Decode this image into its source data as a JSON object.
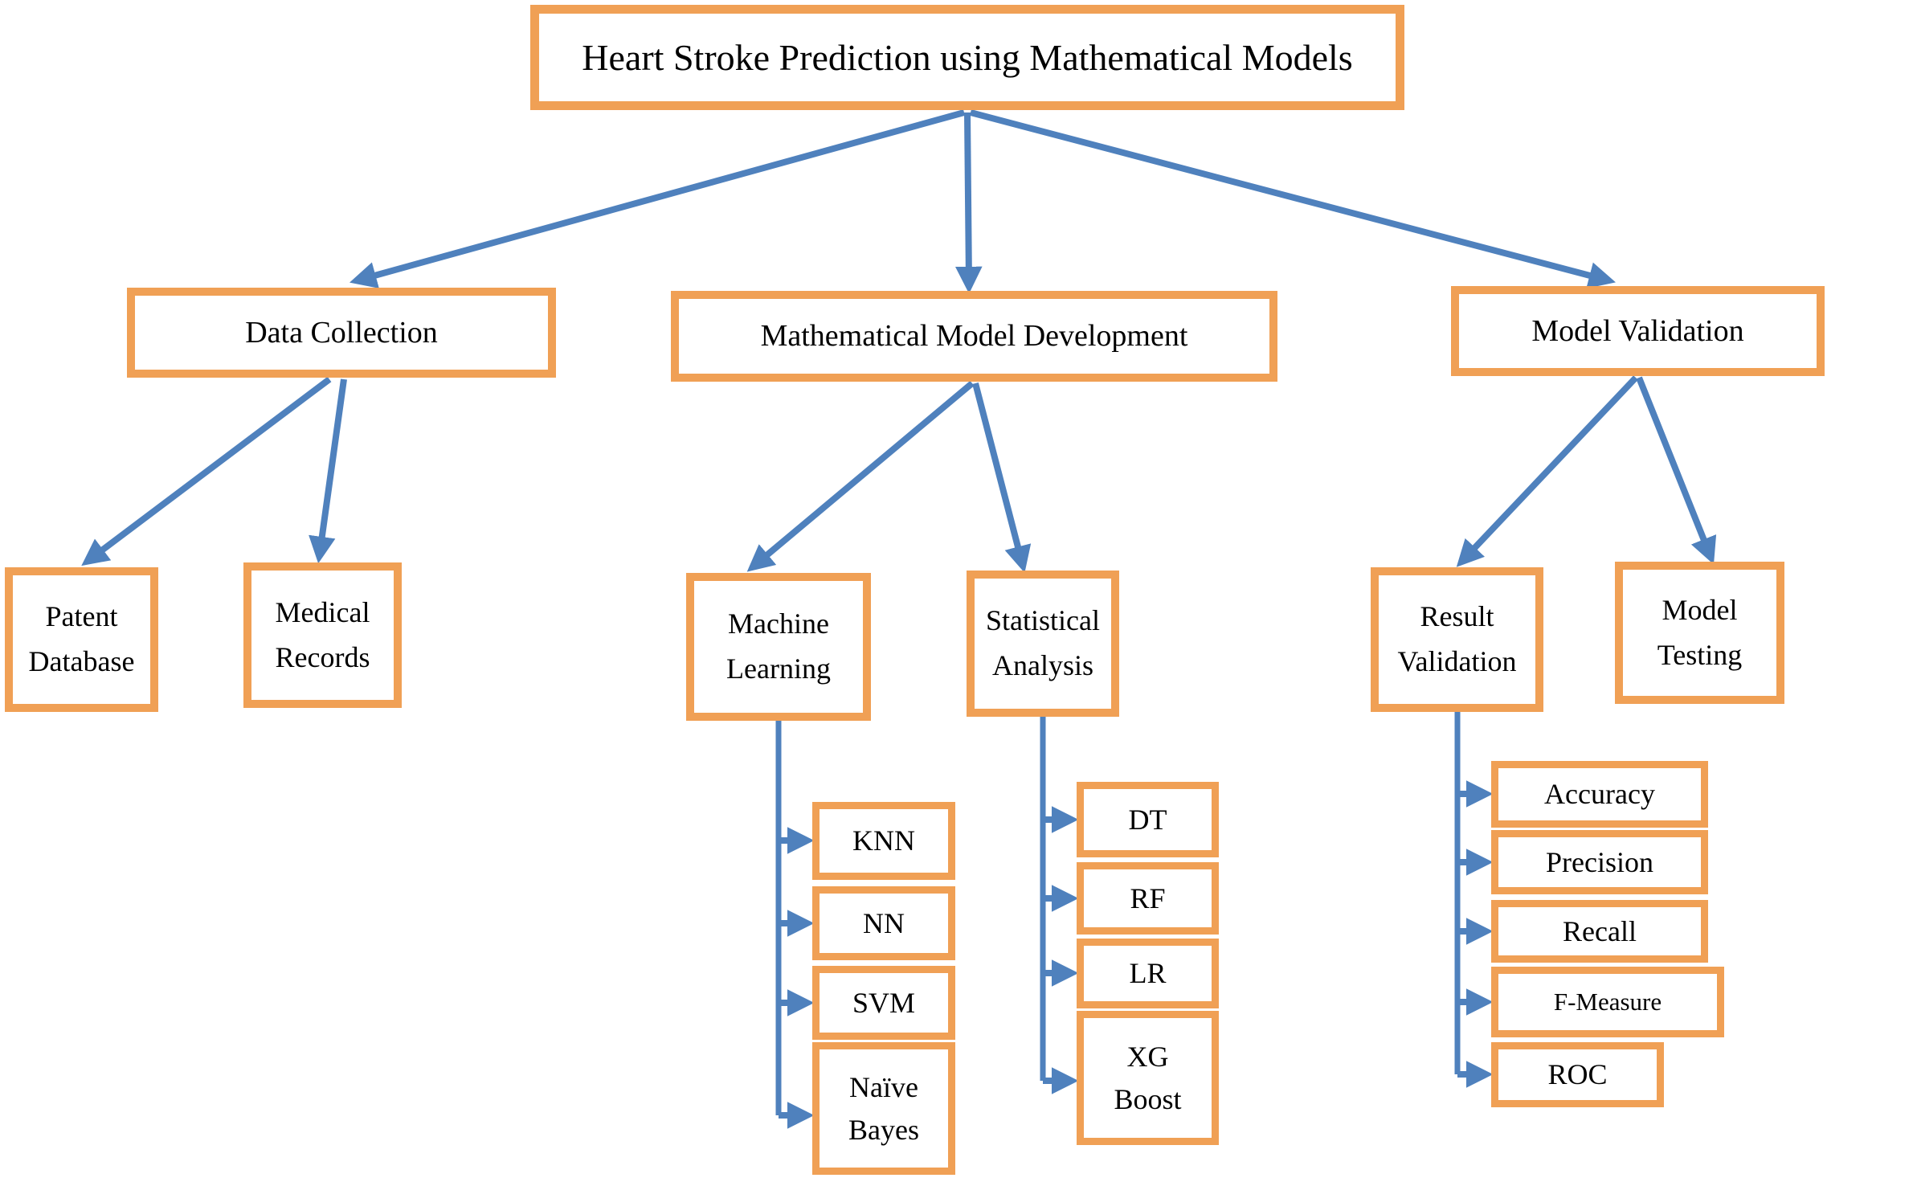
{
  "root": {
    "label": "Heart Stroke Prediction using Mathematical Models"
  },
  "level1": [
    {
      "label": "Data Collection"
    },
    {
      "label": "Mathematical Model Development"
    },
    {
      "label": "Model Validation"
    }
  ],
  "level2": [
    {
      "label": "Patent Database"
    },
    {
      "label": "Medical Records"
    },
    {
      "label": "Machine Learning"
    },
    {
      "label": "Statistical Analysis"
    },
    {
      "label": "Result Validation"
    },
    {
      "label": "Model Testing"
    }
  ],
  "lists": {
    "machine_learning": [
      "KNN",
      "NN",
      "SVM",
      "Naïve Bayes"
    ],
    "statistical_analysis": [
      "DT",
      "RF",
      "LR",
      "XG Boost"
    ],
    "result_validation": [
      "Accuracy",
      "Precision",
      "Recall",
      "F-Measure",
      "ROC"
    ]
  },
  "colors": {
    "box_border": "#F0A055",
    "arrow": "#4F81BD",
    "text": "#000000",
    "background": "#ffffff"
  }
}
